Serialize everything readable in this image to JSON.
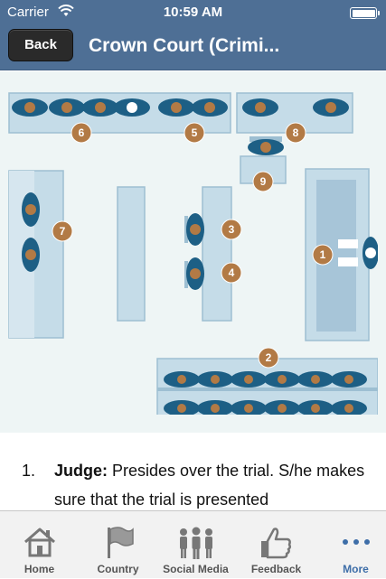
{
  "status": {
    "carrier": "Carrier",
    "time": "10:59 AM"
  },
  "nav": {
    "back_label": "Back",
    "title": "Crown Court (Crimi..."
  },
  "diagram": {
    "markers": [
      "1",
      "2",
      "3",
      "4",
      "5",
      "6",
      "7",
      "8",
      "9"
    ]
  },
  "legend": [
    {
      "number": "1.",
      "term": "Judge:",
      "text": " Presides over the trial. S/he makes sure that the trial is presented"
    }
  ],
  "tabs": [
    {
      "label": "Home",
      "icon": "home-icon"
    },
    {
      "label": "Country",
      "icon": "flag-icon"
    },
    {
      "label": "Social Media",
      "icon": "people-icon"
    },
    {
      "label": "Feedback",
      "icon": "thumbs-up-icon"
    },
    {
      "label": "More",
      "icon": "more-icon"
    }
  ],
  "colors": {
    "bar": "#4e6f95",
    "marker": "#b27a45",
    "bench": "#c5dce8",
    "seat": "#1d5f85",
    "active_tab": "#3e6ea8"
  }
}
